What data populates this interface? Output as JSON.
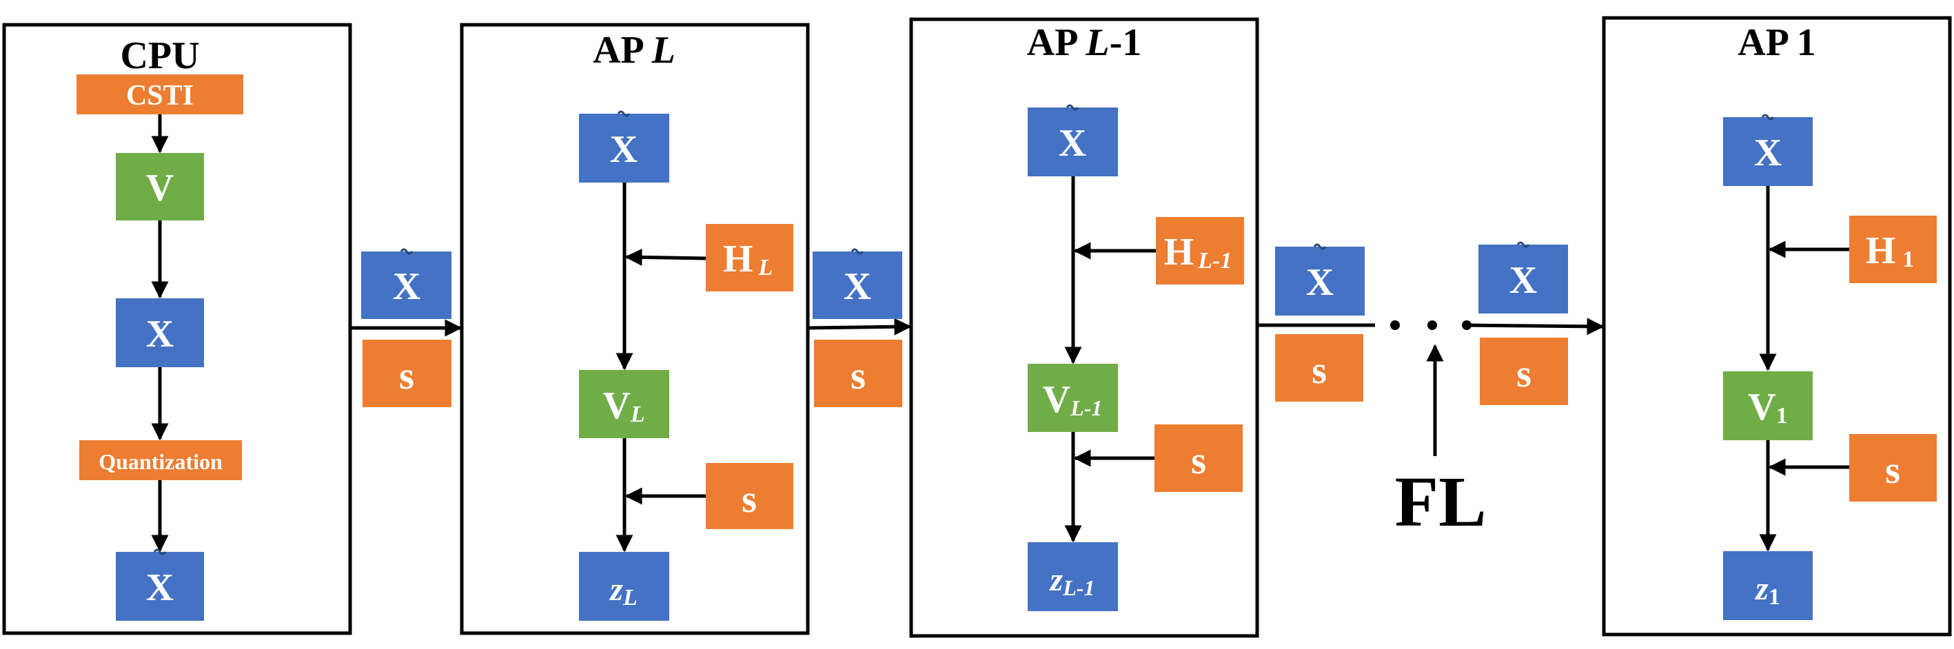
{
  "colors": {
    "blue": "#4472C4",
    "green": "#70AD47",
    "orange": "#ED7D31",
    "panel_border": "#000000",
    "arrow": "#000000"
  },
  "panels": {
    "cpu": "CPU",
    "ap_l": {
      "prefix": "AP ",
      "var": "L",
      "suffix": ""
    },
    "ap_l1": {
      "prefix": "AP ",
      "var": "L",
      "suffix": "-1"
    },
    "ap_1": "AP 1"
  },
  "cpu": {
    "csti": "CSTI",
    "v": "V",
    "x": "X",
    "quantization": "Quantization",
    "x_quantized": "X"
  },
  "links": {
    "x": "X",
    "s": "s"
  },
  "ap_l": {
    "x": "X",
    "h": {
      "main": "H",
      "sub": "L"
    },
    "v": {
      "main": "V",
      "sub": "L"
    },
    "s": "s",
    "z": {
      "main": "z",
      "sub": "L"
    }
  },
  "ap_l1": {
    "x": "X",
    "h": {
      "main": "H",
      "sub": "L-1"
    },
    "v": {
      "main": "V",
      "sub": "L-1"
    },
    "s": "s",
    "z": {
      "main": "z",
      "sub": "L-1"
    }
  },
  "ap_1": {
    "x": "X",
    "h": {
      "main": "H",
      "sub": "1"
    },
    "v": {
      "main": "V",
      "sub": "1"
    },
    "s": "s",
    "z": {
      "main": "z",
      "sub": "1"
    }
  },
  "fl_label": "FL"
}
